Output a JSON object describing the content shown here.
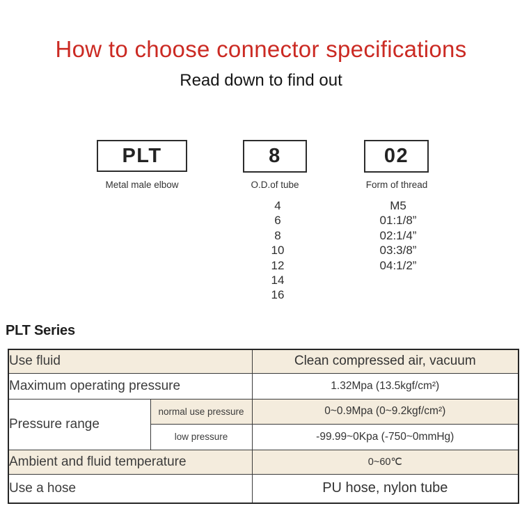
{
  "page": {
    "title": "How to choose connector specifications",
    "subtitle": "Read down to find out"
  },
  "selector": {
    "model": {
      "code": "PLT",
      "label": "Metal male elbow"
    },
    "tube": {
      "code": "8",
      "label": "O.D.of tube",
      "options": [
        "4",
        "6",
        "8",
        "10",
        "12",
        "14",
        "16"
      ]
    },
    "thread": {
      "code": "02",
      "label": "Form of thread",
      "options": [
        "M5",
        "01:1/8”",
        "02:1/4”",
        "03:3/8”",
        "04:1/2”"
      ]
    }
  },
  "series": {
    "heading": "PLT Series",
    "rows": {
      "use_fluid": {
        "label": "Use fluid",
        "value": "Clean compressed air, vacuum"
      },
      "max_pressure": {
        "label": "Maximum operating pressure",
        "value": "1.32Mpa (13.5kgf/cm²)"
      },
      "pressure_range": {
        "label": "Pressure range",
        "normal": {
          "label": "normal use pressure",
          "value": "0~0.9Mpa (0~9.2kgf/cm²)"
        },
        "low": {
          "label": "low pressure",
          "value": "-99.99~0Kpa (-750~0mmHg)"
        }
      },
      "temperature": {
        "label": "Ambient and fluid temperature",
        "value": "0~60℃"
      },
      "hose": {
        "label": "Use a hose",
        "value": "PU hose, nylon tube"
      }
    }
  },
  "colors": {
    "title_red": "#cb2a23",
    "row_beige": "#f4ecdd",
    "border_dark": "#2c2c2c",
    "text_dark": "#3a3a3a"
  }
}
